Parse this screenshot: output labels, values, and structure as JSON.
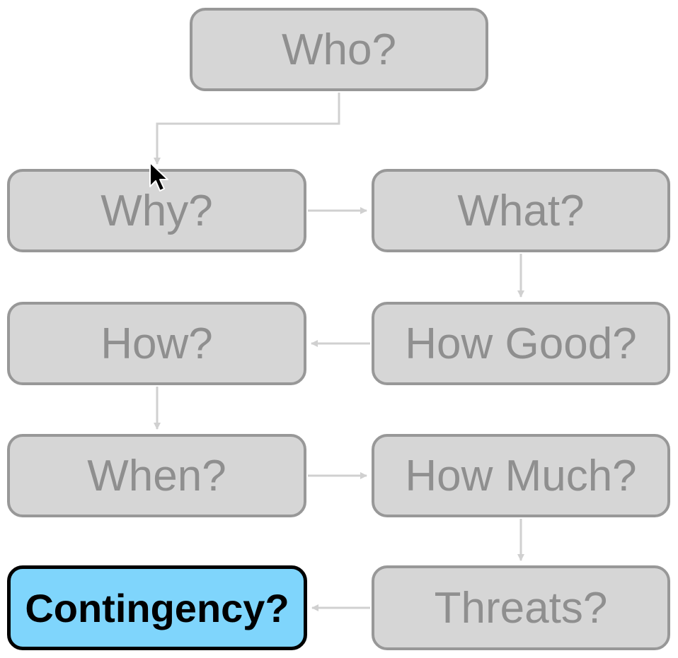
{
  "diagram": {
    "nodes": [
      {
        "id": "who",
        "label": "Who?"
      },
      {
        "id": "why",
        "label": "Why?"
      },
      {
        "id": "what",
        "label": "What?"
      },
      {
        "id": "how",
        "label": "How?"
      },
      {
        "id": "how_good",
        "label": "How Good?"
      },
      {
        "id": "when",
        "label": "When?"
      },
      {
        "id": "how_much",
        "label": "How Much?"
      },
      {
        "id": "contingency",
        "label": "Contingency?",
        "highlighted": true
      },
      {
        "id": "threats",
        "label": "Threats?"
      }
    ],
    "edges": [
      {
        "from": "who",
        "to": "why"
      },
      {
        "from": "why",
        "to": "what"
      },
      {
        "from": "what",
        "to": "how_good"
      },
      {
        "from": "how_good",
        "to": "how"
      },
      {
        "from": "how",
        "to": "when"
      },
      {
        "from": "when",
        "to": "how_much"
      },
      {
        "from": "how_much",
        "to": "threats"
      },
      {
        "from": "threats",
        "to": "contingency"
      }
    ],
    "colors": {
      "node_fill": "#d6d6d6",
      "node_border": "#989898",
      "node_text": "#8f8f8f",
      "connector": "#d0d0d0",
      "highlight_fill": "#7fd5fc",
      "highlight_border": "#000000",
      "highlight_text": "#000000"
    }
  }
}
